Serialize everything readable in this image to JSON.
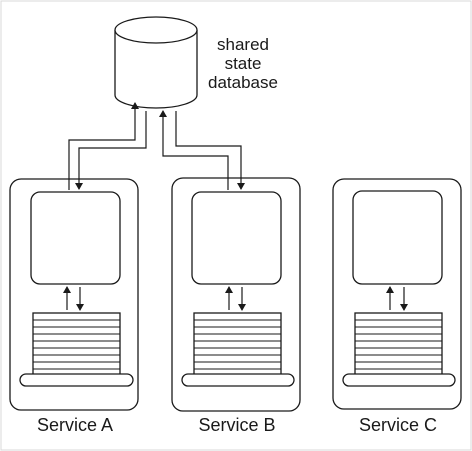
{
  "database": {
    "label_lines": [
      "shared",
      "state",
      "database"
    ]
  },
  "services": [
    {
      "id": "a",
      "label": "Service A"
    },
    {
      "id": "b",
      "label": "Service B"
    },
    {
      "id": "c",
      "label": "Service C"
    }
  ],
  "colors": {
    "stroke": "#1a1a1a",
    "fill": "#ffffff",
    "background": "#ffffff"
  }
}
